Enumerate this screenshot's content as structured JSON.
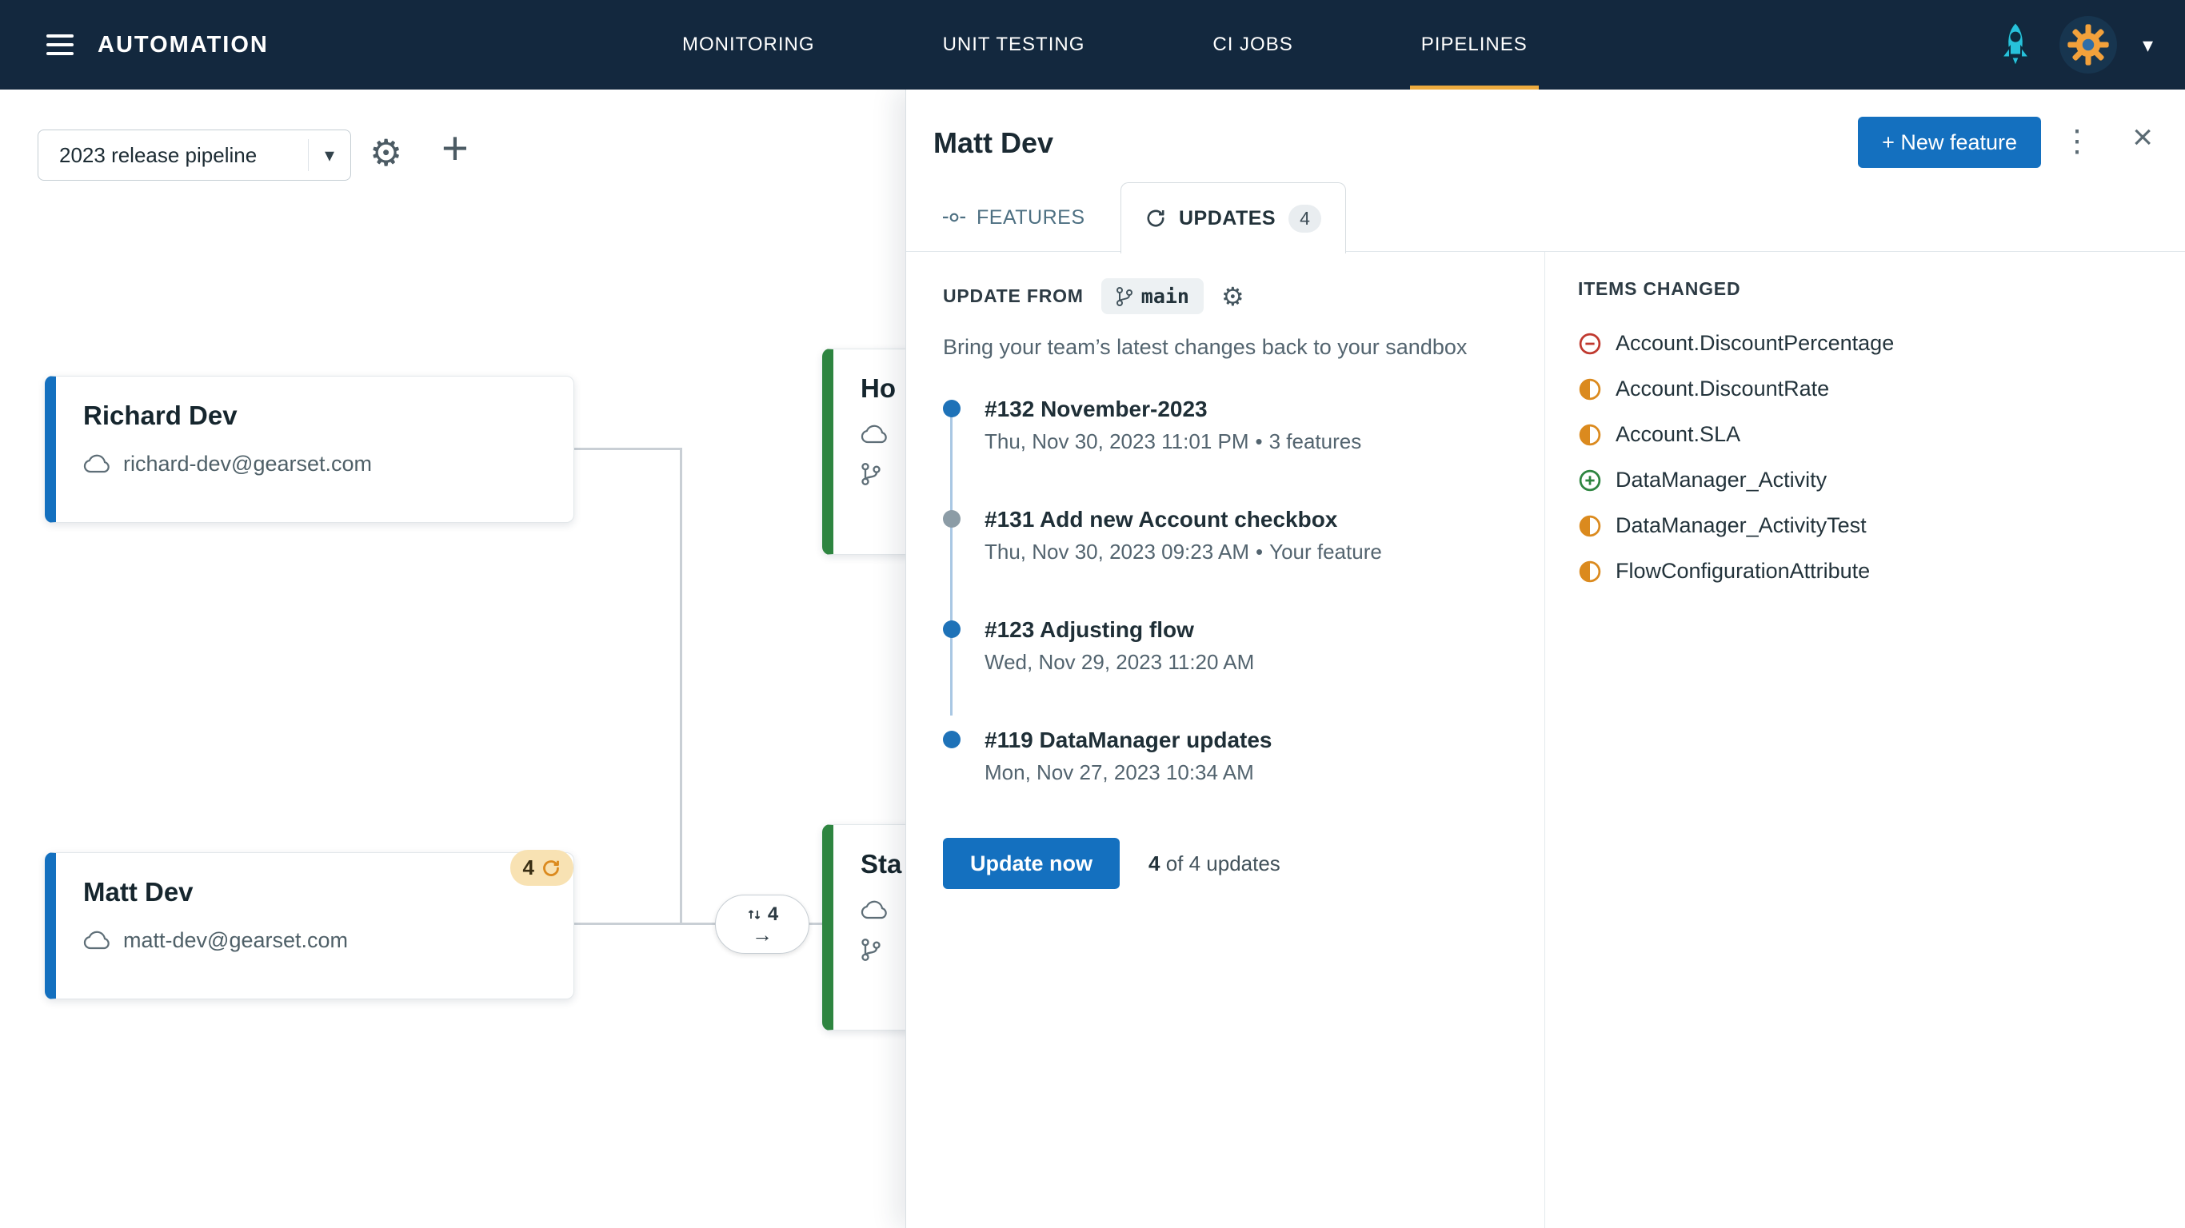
{
  "navbar": {
    "title": "AUTOMATION",
    "items": [
      {
        "label": "MONITORING",
        "active": false
      },
      {
        "label": "UNIT TESTING",
        "active": false
      },
      {
        "label": "CI JOBS",
        "active": false
      },
      {
        "label": "PIPELINES",
        "active": true
      }
    ]
  },
  "toolbar": {
    "pipeline_select_value": "2023 release pipeline"
  },
  "icons": {
    "caret_down": "▾",
    "kebab": "⋮",
    "close": "×",
    "gear": "⚙",
    "plus": "+",
    "arrow_right": "→"
  },
  "canvas": {
    "nodes": [
      {
        "title": "Richard Dev",
        "email": "richard-dev@gearset.com",
        "accent": "#1470BF"
      },
      {
        "title": "Matt Dev",
        "email": "matt-dev@gearset.com",
        "accent": "#1470BF",
        "updates_badge": "4"
      },
      {
        "title": "Ho",
        "accent": "#2E8540"
      },
      {
        "title": "Sta",
        "accent": "#2E8540"
      }
    ],
    "connector_node": {
      "count": "4",
      "arrow": "→"
    }
  },
  "panel": {
    "title": "Matt Dev",
    "new_feature_button": "+ New feature",
    "tabs": [
      {
        "label": "FEATURES",
        "active": false
      },
      {
        "label": "UPDATES",
        "badge": "4",
        "active": true
      }
    ],
    "update_from": {
      "label": "UPDATE FROM",
      "branch": "main",
      "description": "Bring your team’s latest changes back to your sandbox"
    },
    "separator": "•",
    "timeline": [
      {
        "title": "#132 November-2023",
        "date": "Thu, Nov 30, 2023 11:01 PM",
        "meta": "3 features"
      },
      {
        "title": "#131 Add new Account checkbox",
        "date": "Thu, Nov 30, 2023 09:23 AM",
        "meta": "Your feature"
      },
      {
        "title": "#123 Adjusting flow",
        "date": "Wed, Nov 29, 2023 11:20 AM"
      },
      {
        "title": "#119 DataManager updates",
        "date": "Mon, Nov 27, 2023 10:34 AM"
      }
    ],
    "update_now_button": "Update now",
    "updates_count": "4",
    "updates_count_suffix": " of 4 updates",
    "items_changed": {
      "header": "ITEMS CHANGED",
      "items": [
        {
          "label": "Account.DiscountPercentage",
          "status": "removed"
        },
        {
          "label": "Account.DiscountRate",
          "status": "changed"
        },
        {
          "label": "Account.SLA",
          "status": "changed"
        },
        {
          "label": "DataManager_Activity",
          "status": "added"
        },
        {
          "label": "DataManager_ActivityTest",
          "status": "changed"
        },
        {
          "label": "FlowConfigurationAttribute",
          "status": "changed"
        }
      ]
    }
  },
  "colors": {
    "navbar_bg": "#13283E",
    "active_tab_underline": "#EDAB3E",
    "primary_blue": "#1470BF",
    "node_green": "#2E8540",
    "badge_bg": "#F8E2B3",
    "status_removed": "#C0392F",
    "status_changed": "#DB8A1E",
    "status_added": "#2E8540",
    "timeline_dot": "#1E72B8",
    "timeline_dot_muted": "#8C9CA6"
  }
}
